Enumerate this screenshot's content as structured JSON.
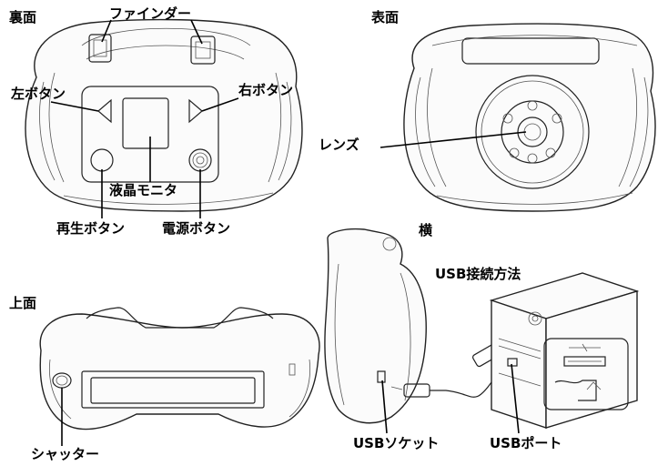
{
  "views": {
    "back": "裏面",
    "front": "表面",
    "top": "上面",
    "side": "横"
  },
  "labels": {
    "finder": "ファインダー",
    "left_button": "左ボタン",
    "right_button": "右ボタン",
    "lcd_monitor": "液晶モニタ",
    "play_button": "再生ボタン",
    "power_button": "電源ボタン",
    "lens": "レンズ",
    "shutter": "シャッター",
    "usb_connection": "USB接続方法",
    "usb_socket": "USBソケット",
    "usb_port": "USBポート"
  }
}
